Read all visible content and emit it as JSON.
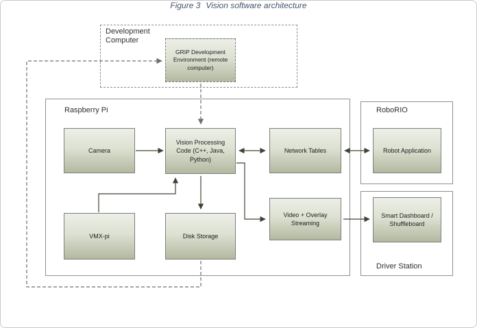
{
  "figure": {
    "caption_label": "Figure 3",
    "caption_text": "Vision software architecture"
  },
  "containers": {
    "dev_computer": {
      "label": "Development Computer"
    },
    "raspberry_pi": {
      "label": "Raspberry Pi"
    },
    "roborio": {
      "label": "RoboRIO"
    },
    "driver_station": {
      "label": "Driver Station"
    }
  },
  "nodes": {
    "grip": {
      "label": "GRIP Development Environment (remote computer)"
    },
    "camera": {
      "label": "Camera"
    },
    "vision_processing": {
      "label": "Vision Processing Code (C++, Java, Python)"
    },
    "network_tables": {
      "label": "Network Tables"
    },
    "robot_application": {
      "label": "Robot Application"
    },
    "vmx_pi": {
      "label": "VMX-pi"
    },
    "disk_storage": {
      "label": "Disk Storage"
    },
    "video_streaming": {
      "label": "Video + Overlay Streaming"
    },
    "smart_dashboard": {
      "label": "Smart Dashboard / Shuffleboard"
    }
  },
  "edges": [
    {
      "from": "camera",
      "to": "vision_processing",
      "style": "solid",
      "direction": "one-way"
    },
    {
      "from": "vision_processing",
      "to": "network_tables",
      "style": "solid",
      "direction": "two-way"
    },
    {
      "from": "network_tables",
      "to": "robot_application",
      "style": "solid",
      "direction": "two-way"
    },
    {
      "from": "vmx_pi",
      "to": "vision_processing",
      "style": "solid",
      "direction": "one-way"
    },
    {
      "from": "vision_processing",
      "to": "disk_storage",
      "style": "solid",
      "direction": "one-way"
    },
    {
      "from": "vision_processing",
      "to": "video_streaming",
      "style": "solid",
      "direction": "one-way"
    },
    {
      "from": "video_streaming",
      "to": "smart_dashboard",
      "style": "solid",
      "direction": "one-way"
    },
    {
      "from": "grip",
      "to": "vision_processing",
      "style": "dashed",
      "direction": "one-way"
    },
    {
      "from": "disk_storage",
      "to": "grip",
      "style": "dashed",
      "direction": "one-way"
    }
  ],
  "colors": {
    "node_fill_top": "#ecefe6",
    "node_fill_bottom": "#b2b9a0",
    "node_border": "#7d7d7d",
    "container_border": "#8f8f8f",
    "arrow_solid": "#3c4535",
    "arrow_dashed": "#6f6f6f",
    "caption_text": "#44546a",
    "page_border": "#c9c9c9"
  }
}
